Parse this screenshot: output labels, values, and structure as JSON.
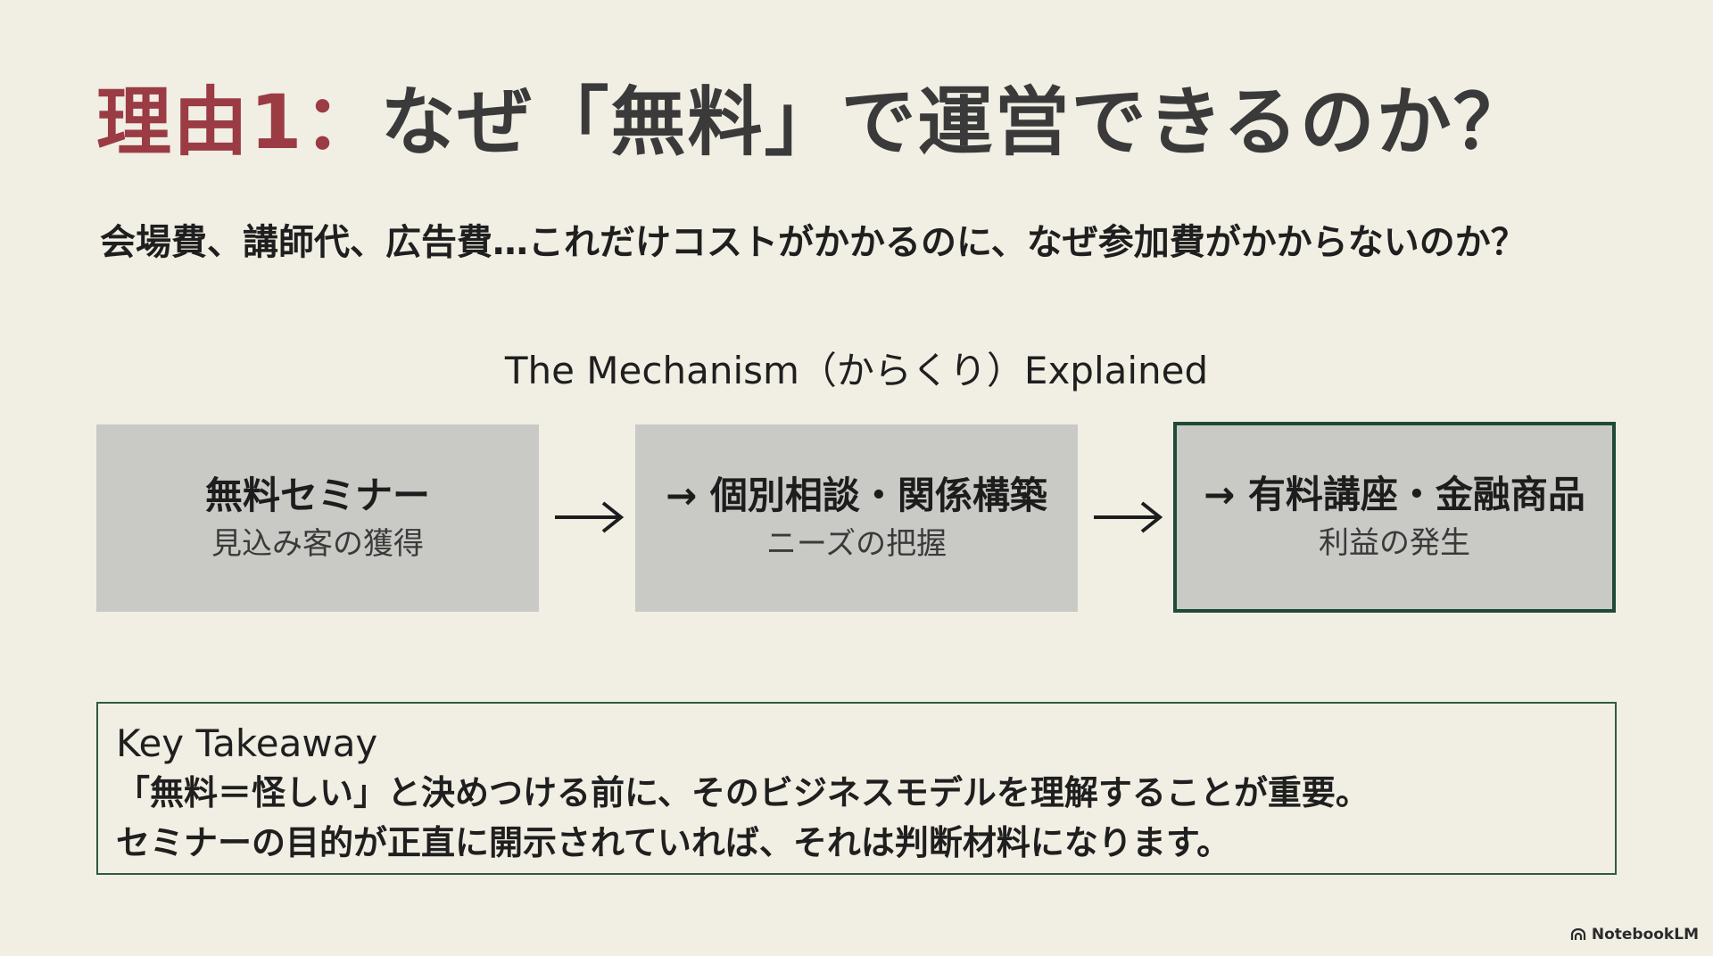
{
  "title": {
    "accent": "理由1：",
    "main": "なぜ「無料」で運営できるのか？"
  },
  "subtitle": "会場費、講師代、広告費…これだけコストがかかるのに、なぜ参加費がかからないのか？",
  "mechanism": {
    "heading": "The Mechanism（からくり）Explained",
    "steps": [
      {
        "title": "無料セミナー",
        "subtitle": "見込み客の獲得"
      },
      {
        "title": "→ 個別相談・関係構築",
        "subtitle": "ニーズの把握"
      },
      {
        "title": "→ 有料講座・金融商品",
        "subtitle": "利益の発生"
      }
    ],
    "arrow_icon": "right-arrow-icon"
  },
  "takeaway": {
    "heading": "Key Takeaway",
    "lines": [
      "「無料＝怪しい」と決めつける前に、そのビジネスモデルを理解することが重要。",
      "セミナーの目的が正直に開示されていれば、それは判断材料になります。"
    ]
  },
  "watermark": {
    "label": "NotebookLM",
    "icon": "notebooklm-logo-icon"
  },
  "colors": {
    "background": "#f1eee3",
    "accent_red": "#9b3b44",
    "box_gray": "#c9c9c6",
    "highlight_green": "#1f4a37"
  }
}
